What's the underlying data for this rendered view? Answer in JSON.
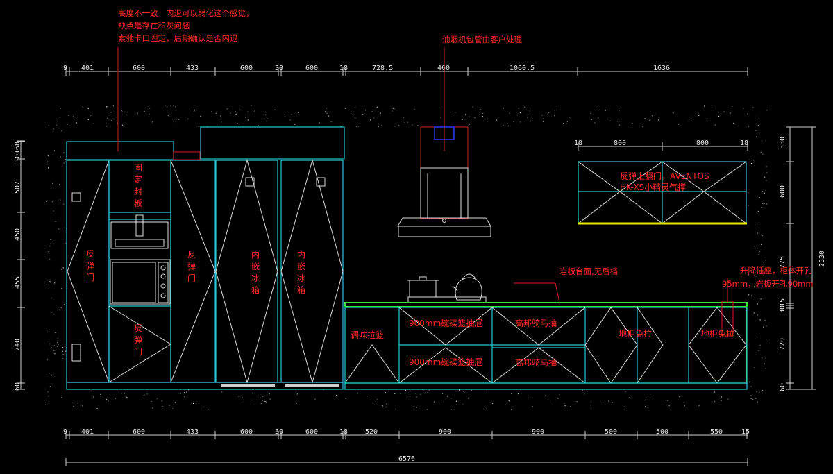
{
  "notes": {
    "top_left": [
      "高度不一致，内退可以弱化这个感觉，",
      "缺点是存在积灰问题",
      "索驰卡口固定，后期确认是否内退"
    ],
    "hood": "油烟机包管由客户处理",
    "countertop": "岩板台面,无后档",
    "socket": [
      "升降插座，柜体开孔",
      "95mm，岩板开孔90mm"
    ]
  },
  "dims": {
    "top": [
      "9",
      "401",
      "600",
      "433",
      "600",
      "30",
      "600",
      "18",
      "728.5",
      "460",
      "1060.5",
      "1636"
    ],
    "bottom": [
      "9",
      "401",
      "600",
      "433",
      "600",
      "30",
      "600",
      "18",
      "520",
      "900",
      "900",
      "500",
      "500",
      "550",
      "15"
    ],
    "total": "6576",
    "left": [
      "10",
      "168",
      "507",
      "450",
      "455",
      "740",
      "60"
    ],
    "right_outer": "2530",
    "right_inner": [
      "330",
      "600",
      "775",
      "15",
      "30",
      "720",
      "60"
    ],
    "upper_cab": [
      "18",
      "800",
      "800",
      "18"
    ]
  },
  "labels": {
    "left_door": [
      "反",
      "弹",
      "门"
    ],
    "fixed_panel": [
      "固",
      "定",
      "封",
      "板"
    ],
    "lower_door": [
      "反",
      "弹",
      "门"
    ],
    "mid_door": [
      "反",
      "弹",
      "门"
    ],
    "fridge1": [
      "内",
      "嵌",
      "冰",
      "箱"
    ],
    "fridge2": [
      "内",
      "嵌",
      "冰",
      "箱"
    ],
    "upper_cab": [
      "反弹上翻门，AVENTOS",
      "HK-XS小精灵气撑"
    ],
    "seasoning": "调味拉篮",
    "drawer1_top": "900mm碗碟篮抽屉",
    "drawer1_bottom": "900mm碗碟篮抽屉",
    "drawer2_top": "高邦骑马抽",
    "drawer2_bottom": "高邦骑马抽",
    "base3": "地柜免拉",
    "base4": "地柜免拉"
  },
  "colors": {
    "cabinet": "#27c9d4",
    "note": "#ff2a2a",
    "countertop": "#35e835",
    "shelf": "#e6e600",
    "dim": "#e8e8e8"
  }
}
